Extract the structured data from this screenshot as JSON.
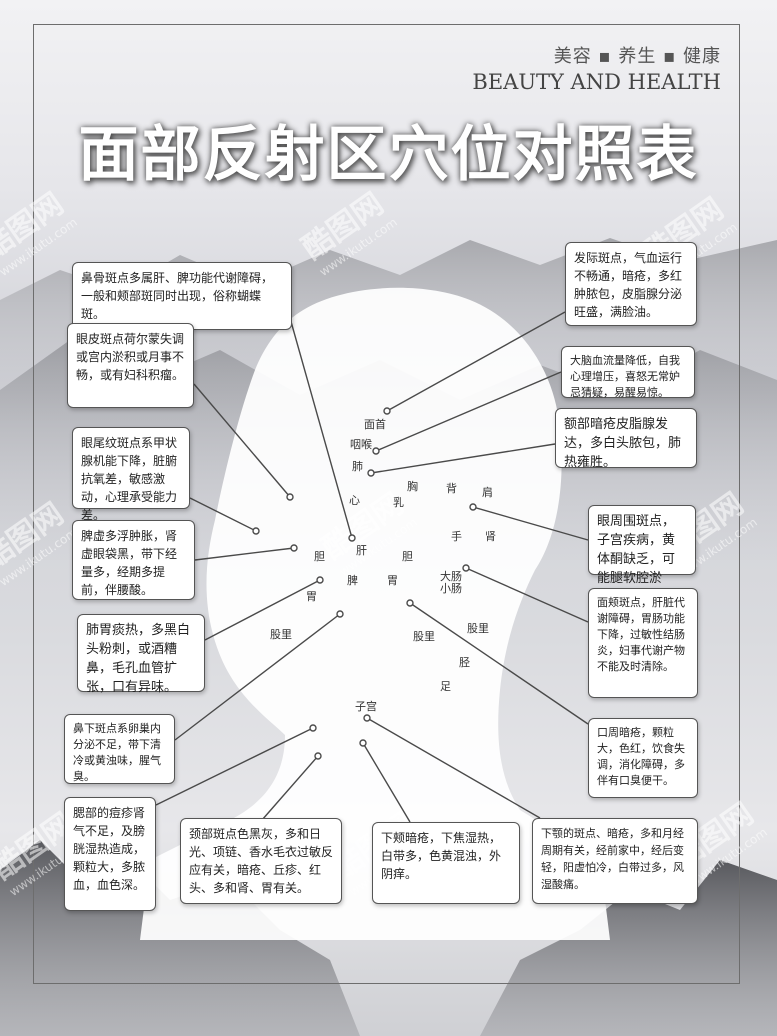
{
  "header": {
    "slogan_cn": "美容 ▪ 养生 ▪ 健康",
    "slogan_en": "BEAUTY AND HEALTH",
    "title": "面部反射区穴位对照表"
  },
  "watermark": {
    "brand": "酷图网",
    "url": "www.ikutu.com"
  },
  "boxes": {
    "nose_bone": "鼻骨斑点多属肝、脾功能代谢障碍，一般和颊部斑同时出现，俗称蝴蝶斑。",
    "eyelid": "眼皮斑点荷尔蒙失调或宫内淤积或月事不畅，或有妇科积瘤。",
    "eye_tail": "眼尾纹斑点系甲状腺机能下降，脏腑抗氧差，敏感激动，心理承受能力差。",
    "spleen": "脾虚多浮肿胀，肾虚眼袋黑，带下经量多，经期多提前，伴腰酸。",
    "lung_stomach": "肺胃痰热，多黑白头粉刺，或酒糟鼻，毛孔血管扩张，口有异味。",
    "nose_under": "鼻下斑点系卵巢内分泌不足，带下清冷或黄浊味，腥气臭。",
    "cheek_bone": "腮部的痘疹肾气不足，及膀胱湿热造成，颗粒大，多脓血，血色深。",
    "neck": "颈部斑点色黑灰，多和日光、项链、香水毛衣过敏反应有关，暗疮、丘疹、红头、多和肾、胃有关。",
    "lower_cheek": "下颊暗疮，下焦湿热，白带多，色黄混浊，外阴痒。",
    "chin": "下颚的斑点、暗疮，多和月经周期有关，经前家中，经后变轻，阳虚怕冷，白带过多，风湿酸痛。",
    "hairline": "发际斑点，气血运行不畅通，暗疮，多红肿脓包，皮脂腺分泌旺盛，满脸油。",
    "brain": "大脑血流量降低，自我心理增压，喜怒无常妒忌猜疑，易醒易惊。",
    "forehead": "额部暗疮皮脂腺发达，多白头脓包，肺热雍胜。",
    "eye_around": "眼周围斑点，子宫疾病，黄体酮缺乏，可能腿软腔淤阻。",
    "face": "面颊斑点，肝脏代谢障碍，胃肠功能下降，过敏性结肠炎，妇事代谢产物不能及时清除。",
    "mouth": "口周暗疮，颗粒大，色红，饮食失调，消化障碍，多伴有口臭便干。"
  },
  "zone_labels": {
    "face_head": "面首",
    "throat": "咽喉",
    "lung": "肺",
    "heart": "心",
    "breast": "乳",
    "chest": "胸",
    "back": "背",
    "shoulder": "肩",
    "liver": "肝",
    "gall_left": "胆",
    "gall_right": "胆",
    "hand": "手",
    "kidney": "肾",
    "spleen": "脾",
    "stomach_center": "胃",
    "stomach_left": "胃",
    "large_intestine": "大肠",
    "small_intestine": "小肠",
    "thigh_left": "股里",
    "thigh_center": "股里",
    "thigh_right": "股里",
    "shin": "胫",
    "foot": "足",
    "uterus": "子宫"
  }
}
